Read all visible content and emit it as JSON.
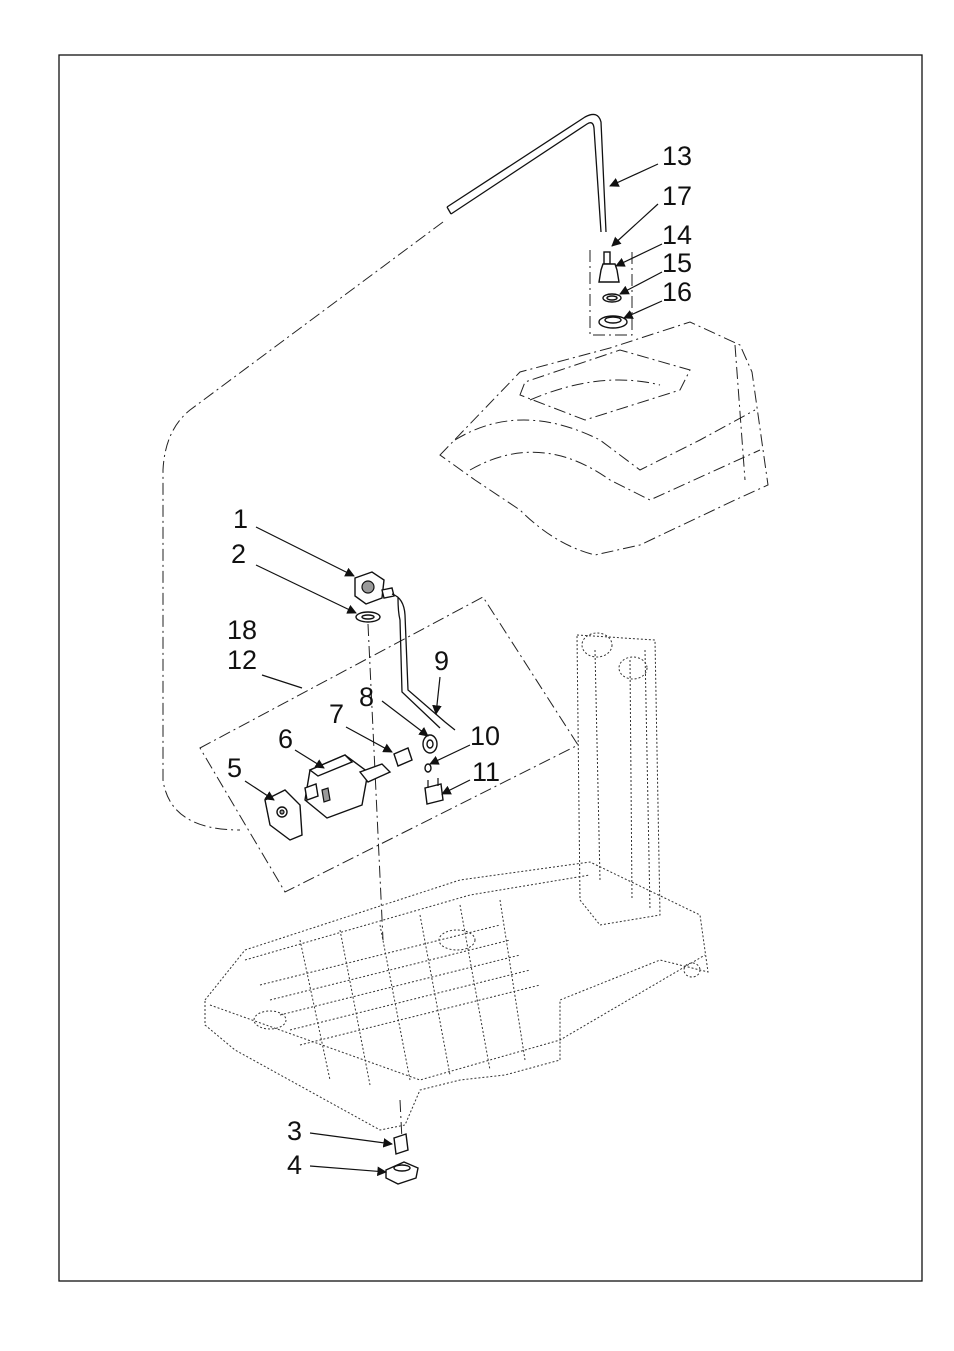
{
  "callouts": {
    "c1": "1",
    "c2": "2",
    "c3": "3",
    "c4": "4",
    "c5": "5",
    "c6": "6",
    "c7": "7",
    "c8": "8",
    "c9": "9",
    "c10": "10",
    "c11": "11",
    "c12": "12",
    "c13": "13",
    "c14": "14",
    "c15": "15",
    "c16": "16",
    "c17": "17",
    "c18": "18"
  },
  "colors": {
    "line": "#111111",
    "paper": "#ffffff",
    "shade": "#9a9a9a"
  }
}
